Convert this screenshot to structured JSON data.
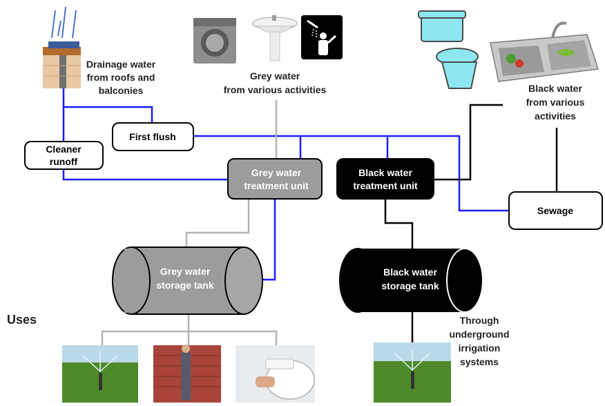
{
  "colors": {
    "blue_pipe": "#1a1aff",
    "grey_pipe": "#b3b3b3",
    "black_pipe": "#000000",
    "grey_unit_fill": "#9c9c9c",
    "black_unit_fill": "#000000",
    "grass": "#4f8a2a",
    "brick": "#a8443a"
  },
  "labels": {
    "drainage": [
      "Drainage water",
      "from roofs and",
      "balconies"
    ],
    "grey_source": [
      "Grey water",
      "from various activities"
    ],
    "black_source": [
      "Black water",
      "from various",
      "activities"
    ],
    "first_flush": "First flush",
    "cleaner_runoff": [
      "Cleaner",
      "runoff"
    ],
    "grey_unit": [
      "Grey water",
      "treatment unit"
    ],
    "black_unit": [
      "Black water",
      "treatment unit"
    ],
    "sewage": "Sewage",
    "grey_tank": [
      "Grey water",
      "storage tank"
    ],
    "black_tank": [
      "Black water",
      "storage tank"
    ],
    "uses": "Uses",
    "irrigation": [
      "Through",
      "underground",
      "irrigation",
      "systems"
    ]
  },
  "icons": [
    "roof-drainage-icon",
    "washing-machine-icon",
    "sink-icon",
    "shower-icon",
    "toilet-icon",
    "kitchen-sink-icon",
    "garden-sprinkler-icon",
    "wall-washing-icon",
    "toilet-flush-icon",
    "irrigation-sprinkler-icon"
  ]
}
